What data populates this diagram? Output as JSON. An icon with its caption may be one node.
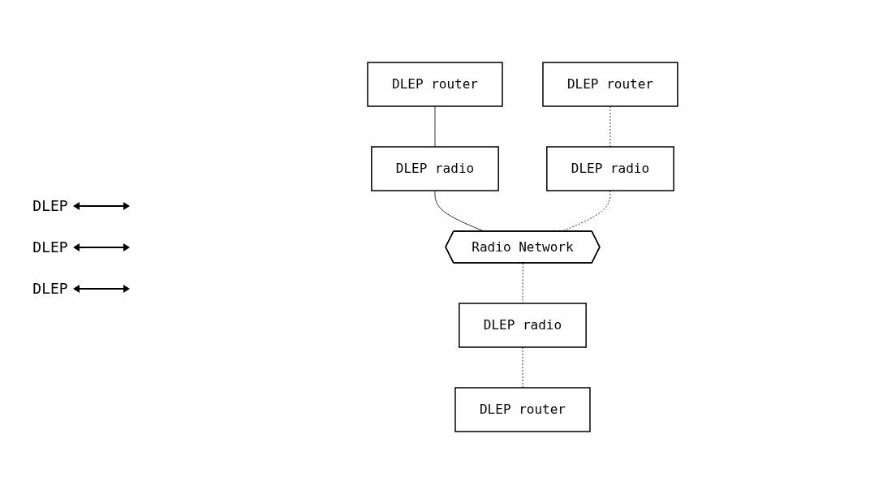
{
  "diagram": {
    "nodes": [
      {
        "text": [
          "DLEP router"
        ]
      },
      {
        "text": [
          "DLEP radio"
        ]
      },
      {
        "text": [
          "Radio Network"
        ]
      },
      {
        "text": [
          "DLEP router"
        ]
      },
      {
        "text": [
          "DLEP radio"
        ]
      },
      {
        "text": [
          "DLEP radio"
        ]
      },
      {
        "text": [
          "DLEP router"
        ]
      }
    ],
    "edges": [
      {
        "from": 0,
        "to": 1,
        "arrow": "none"
      },
      {
        "from": 1,
        "to": 2,
        "arrow": "none"
      },
      {
        "from": 3,
        "to": 4,
        "arrow": "none",
        "style": "dashed"
      },
      {
        "from": 4,
        "to": 2,
        "arrow": "none",
        "style": "dashed"
      },
      {
        "from": 2,
        "to": 5,
        "arrow": "none",
        "style": "dashed"
      },
      {
        "from": 5,
        "to": 6,
        "arrow": "none",
        "style": "dashed"
      }
    ],
    "labels": [
      "DLEP",
      "DLEP",
      "DLEP"
    ]
  }
}
